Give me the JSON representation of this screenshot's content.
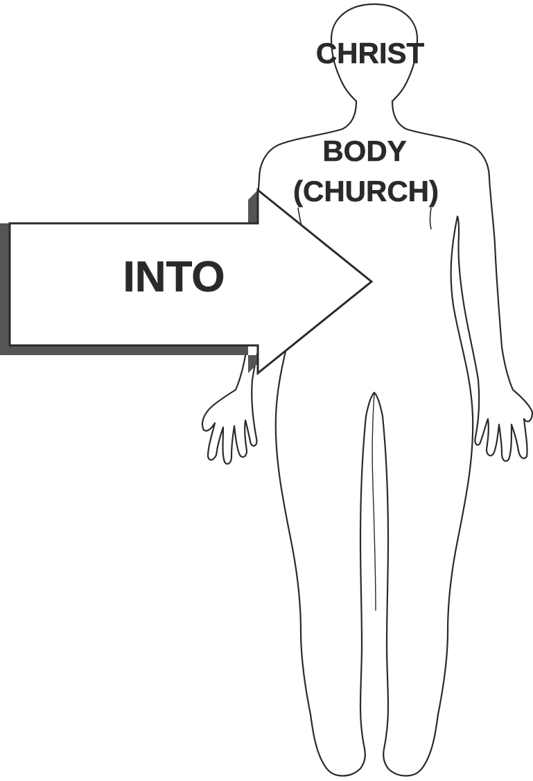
{
  "labels": {
    "head": "CHRIST",
    "body_line1": "BODY",
    "body_line2": "(CHURCH)",
    "arrow": "INTO"
  },
  "colors": {
    "outline": "#2a2a2a",
    "text": "#2a2a2a",
    "background": "#ffffff",
    "arrow_shadow": "#555555"
  }
}
